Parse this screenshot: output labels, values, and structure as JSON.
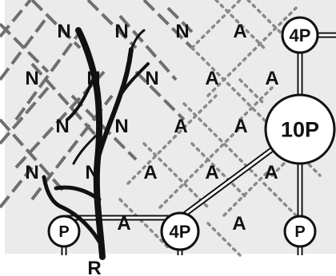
{
  "colors": {
    "background_panel": "#ebebeb",
    "dash_gray": "#6f6f6f",
    "dot_gray": "#8a8a8a",
    "ink": "#111111"
  },
  "grid_letters": [
    {
      "text": "N",
      "state": "nitrified"
    },
    {
      "text": "N",
      "state": "nitrified"
    },
    {
      "text": "N",
      "state": "nitrified"
    },
    {
      "text": "A",
      "state": "ammonia"
    },
    {
      "text": "N",
      "state": "nitrified"
    },
    {
      "text": "N",
      "state": "nitrified"
    },
    {
      "text": "N",
      "state": "nitrified"
    },
    {
      "text": "A",
      "state": "ammonia"
    },
    {
      "text": "A",
      "state": "ammonia"
    },
    {
      "text": "N",
      "state": "nitrified"
    },
    {
      "text": "N",
      "state": "nitrified"
    },
    {
      "text": "A",
      "state": "ammonia"
    },
    {
      "text": "A",
      "state": "ammonia"
    },
    {
      "text": "N",
      "state": "nitrified"
    },
    {
      "text": "N",
      "state": "nitrified"
    },
    {
      "text": "A",
      "state": "ammonia"
    },
    {
      "text": "A",
      "state": "ammonia"
    },
    {
      "text": "A",
      "state": "ammonia"
    },
    {
      "text": "A",
      "state": "ammonia"
    },
    {
      "text": "A",
      "state": "ammonia"
    }
  ],
  "nodes": [
    {
      "label": "4P"
    },
    {
      "label": "10P"
    },
    {
      "label": "P"
    },
    {
      "label": "4P"
    },
    {
      "label": "P"
    }
  ],
  "root_label": "R"
}
